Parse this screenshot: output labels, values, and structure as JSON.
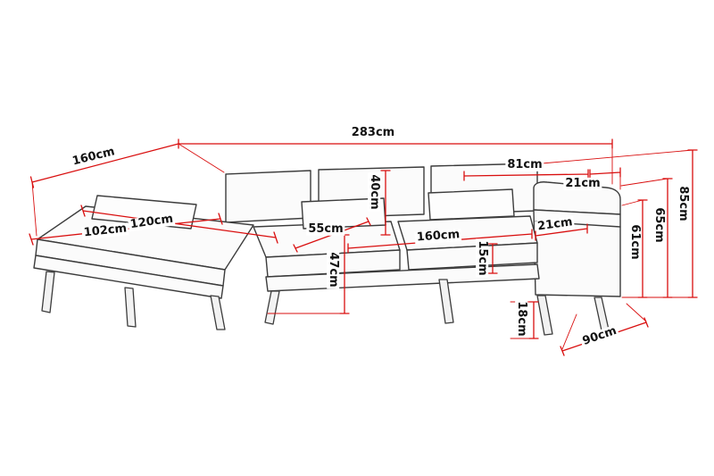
{
  "diagram": {
    "unit": "cm",
    "labels": {
      "overall_length": "283cm",
      "chaise_depth": "160cm",
      "back_cushion_width": "81cm",
      "top_armrest_width": "21cm",
      "total_height": "85cm",
      "back_height": "65cm",
      "armrest_height": "61cm",
      "back_cushion_height": "40cm",
      "chaise_seat_width": "102cm",
      "chaise_width": "120cm",
      "seat_depth": "55cm",
      "seat_width": "160cm",
      "armrest_width": "21cm",
      "seat_cushion_thickness": "15cm",
      "seat_height": "47cm",
      "leg_height": "18cm",
      "sofa_depth": "90cm"
    },
    "colors": {
      "dimension_line": "#d90f0f",
      "sofa_outline": "#3c3c3c",
      "label_text": "#111111",
      "background": "#ffffff"
    }
  }
}
